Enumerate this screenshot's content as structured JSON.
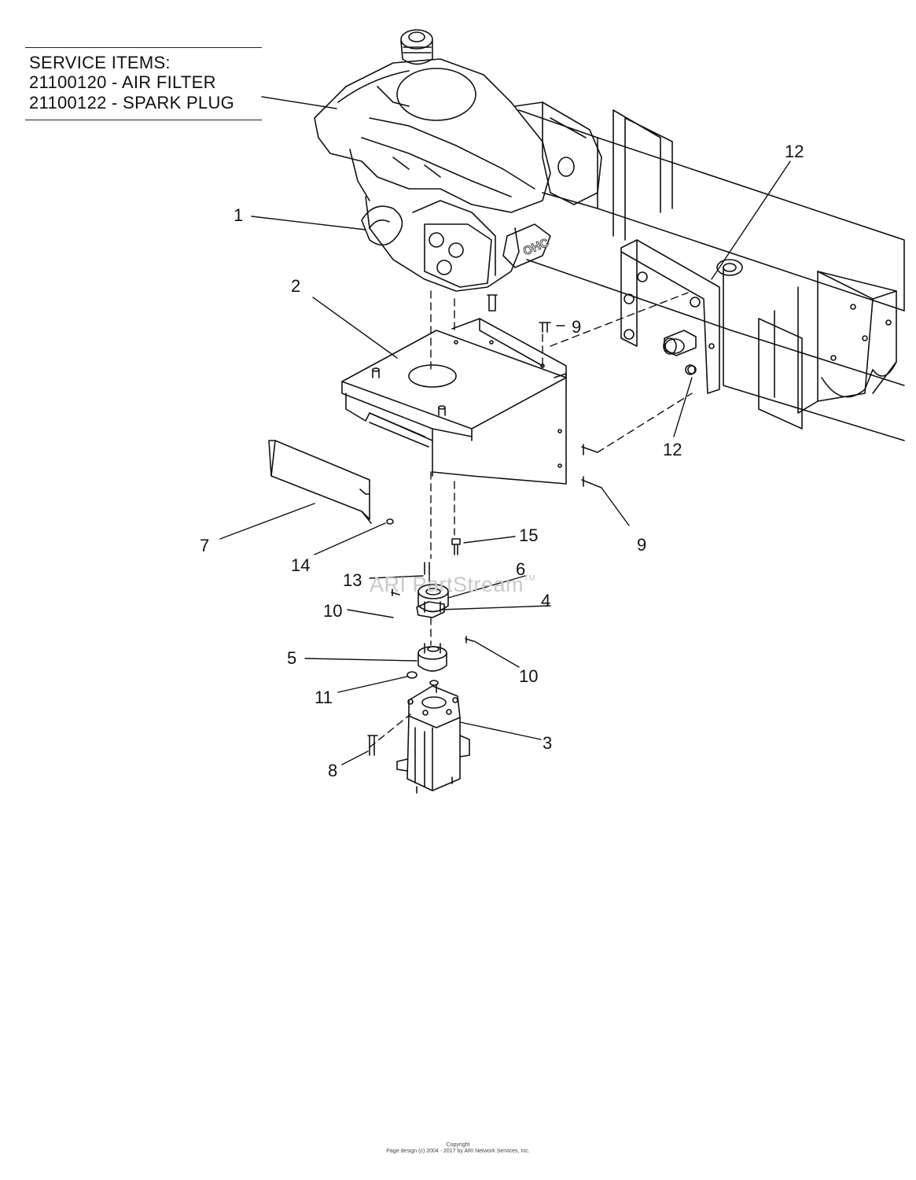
{
  "service_items": {
    "heading": "SERVICE ITEMS:",
    "lines": [
      "21100120 - AIR FILTER",
      "21100122 - SPARK PLUG"
    ]
  },
  "callouts": [
    "1",
    "2",
    "3",
    "4",
    "5",
    "6",
    "7",
    "8",
    "9",
    "9",
    "10",
    "10",
    "11",
    "12",
    "12",
    "13",
    "14",
    "15"
  ],
  "engine_badge": "OHC",
  "watermark": {
    "text": "ARI PartStream",
    "mark": "TM"
  },
  "footer": {
    "line1": "Copyright",
    "line2": "Page design (c) 2004 - 2017 by ARI Network Services, Inc."
  },
  "colors": {
    "ink": "#111111",
    "watermark": "#c9c9c9",
    "background": "#ffffff"
  }
}
